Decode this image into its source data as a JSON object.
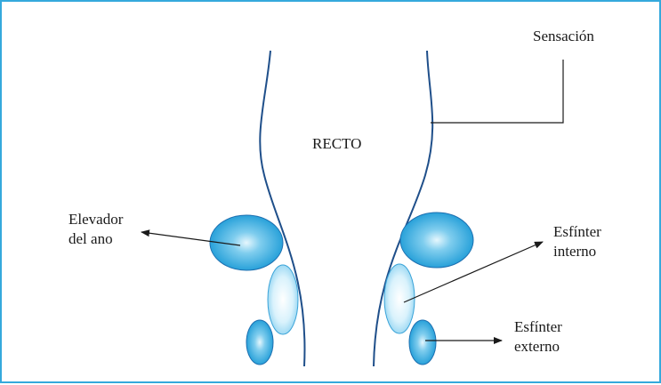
{
  "diagram": {
    "labels": {
      "sensacion": "Sensación",
      "recto": "RECTO",
      "elevador_line1": "Elevador",
      "elevador_line2": "del ano",
      "esfinter_interno_line1": "Esfínter",
      "esfinter_interno_line2": "interno",
      "esfinter_externo_line1": "Esfínter",
      "esfinter_externo_line2": "externo"
    },
    "colors": {
      "border": "#35a9dc",
      "muscle_dark": "#1a9ad6",
      "muscle_light": "#c9ecfa",
      "outline": "#1f4f8a",
      "line": "#1a1a1a"
    }
  }
}
